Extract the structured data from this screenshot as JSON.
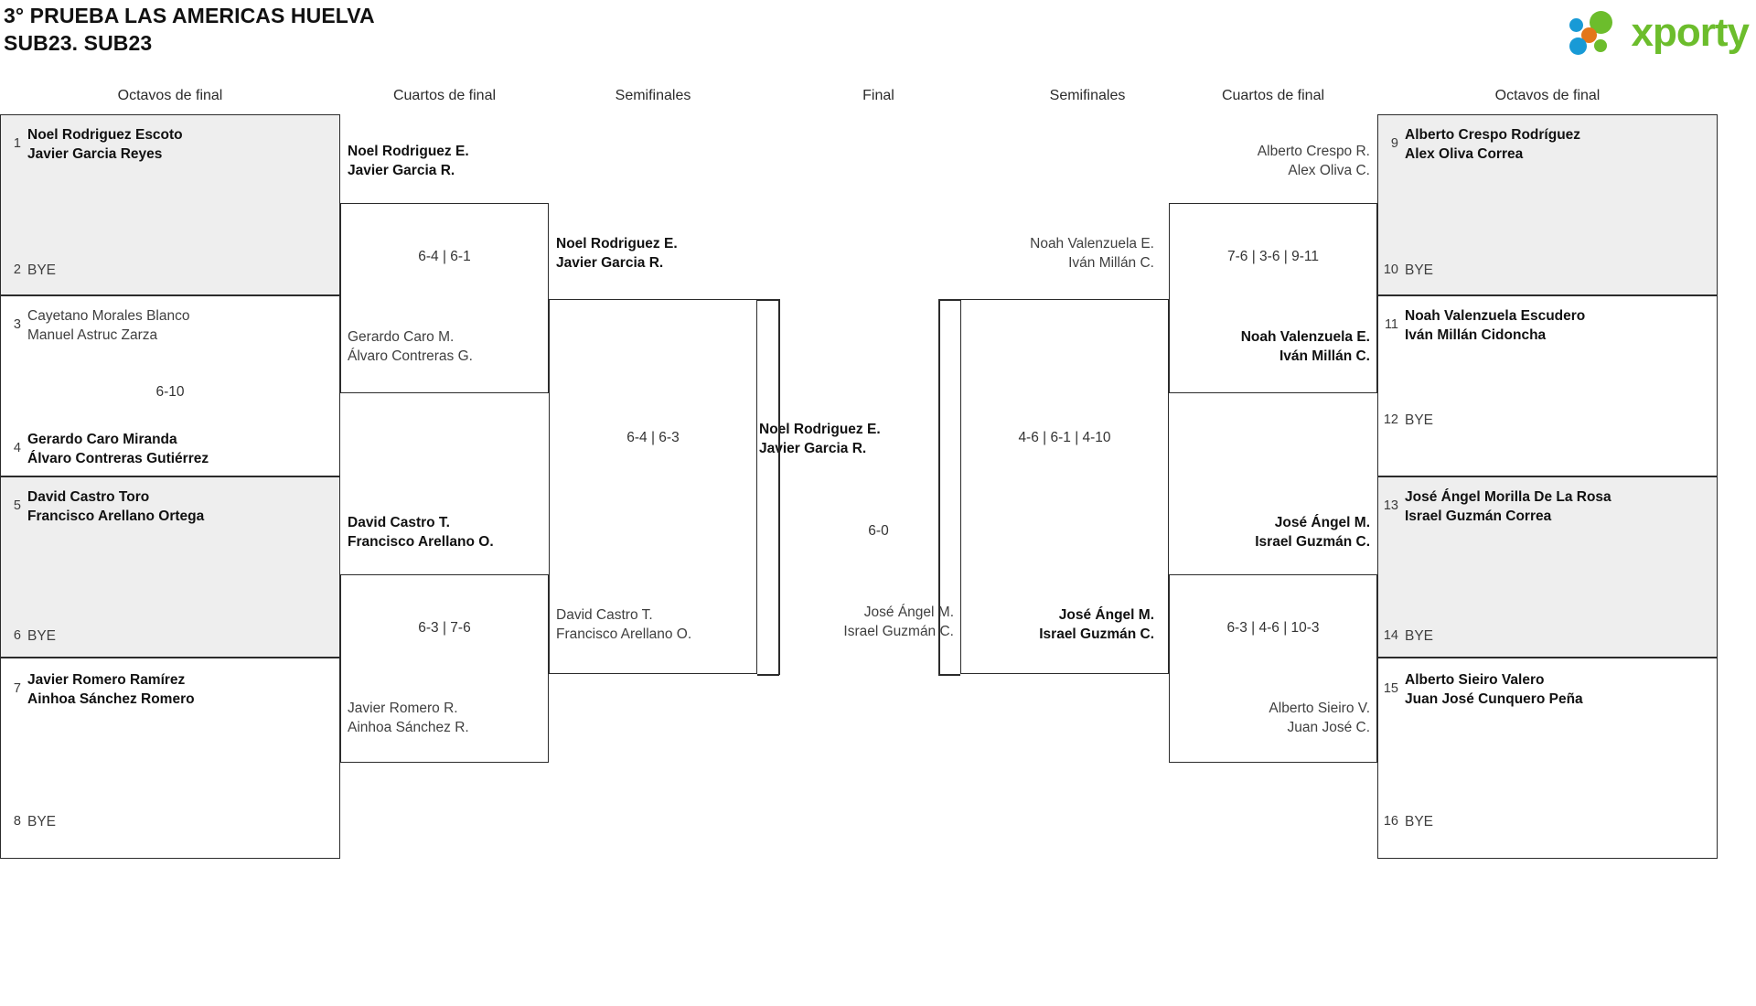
{
  "header": {
    "title_line1": "3° PRUEBA LAS AMERICAS HUELVA",
    "title_line2": "SUB23. SUB23",
    "logo_text": "xporty",
    "logo_colors": {
      "green": "#6cbd2c",
      "blue": "#189ad6",
      "orange": "#e3761a"
    }
  },
  "rounds": {
    "left_r16": "Octavos de final",
    "left_qf": "Cuartos de final",
    "left_sf": "Semifinales",
    "final": "Final",
    "right_sf": "Semifinales",
    "right_qf": "Cuartos de final",
    "right_r16": "Octavos de final"
  },
  "bracket": {
    "left_r16": [
      {
        "seed": "1",
        "p1": "Noel Rodriguez Escoto",
        "p2": "Javier Garcia Reyes",
        "result": "win",
        "shaded": true
      },
      {
        "seed": "2",
        "bye": "BYE",
        "result": "lose",
        "shaded": true
      },
      {
        "seed": "3",
        "p1": "Cayetano Morales Blanco",
        "p2": "Manuel Astruc Zarza",
        "result": "lose",
        "shaded": false
      },
      {
        "seed": "4",
        "p1": "Gerardo Caro Miranda",
        "p2": "Álvaro Contreras Gutiérrez",
        "result": "win",
        "shaded": false
      },
      {
        "seed": "5",
        "p1": "David Castro Toro",
        "p2": "Francisco Arellano Ortega",
        "result": "win",
        "shaded": true
      },
      {
        "seed": "6",
        "bye": "BYE",
        "result": "lose",
        "shaded": true
      },
      {
        "seed": "7",
        "p1": "Javier Romero Ramírez",
        "p2": "Ainhoa Sánchez Romero",
        "result": "win",
        "shaded": false
      },
      {
        "seed": "8",
        "bye": "BYE",
        "result": "lose",
        "shaded": false
      }
    ],
    "left_r16_scores": [
      "",
      "6-10",
      "",
      ""
    ],
    "left_qf": [
      {
        "winner_p1": "Noel Rodriguez E.",
        "winner_p2": "Javier Garcia R.",
        "loser_p1": "Gerardo Caro M.",
        "loser_p2": "Álvaro Contreras G.",
        "score": "6-4 | 6-1"
      },
      {
        "winner_p1": "David Castro T.",
        "winner_p2": "Francisco Arellano O.",
        "loser_p1": "Javier Romero R.",
        "loser_p2": "Ainhoa Sánchez R.",
        "score": "6-3 | 7-6"
      }
    ],
    "left_sf": {
      "winner_p1": "Noel Rodriguez E.",
      "winner_p2": "Javier Garcia R.",
      "loser_p1": "David Castro T.",
      "loser_p2": "Francisco Arellano O.",
      "score": "6-4 | 6-3"
    },
    "final": {
      "winner_p1": "Noel Rodriguez E.",
      "winner_p2": "Javier Garcia R.",
      "loser_p1": "José Ángel M.",
      "loser_p2": "Israel Guzmán C.",
      "score": "6-0"
    },
    "right_sf": {
      "loser_p1": "Noah Valenzuela E.",
      "loser_p2": "Iván Millán C.",
      "winner_p1": "José Ángel M.",
      "winner_p2": "Israel Guzmán C.",
      "score": "4-6 | 6-1 | 4-10"
    },
    "right_qf": [
      {
        "loser_p1": "Alberto Crespo R.",
        "loser_p2": "Alex Oliva C.",
        "winner_p1": "Noah Valenzuela E.",
        "winner_p2": "Iván Millán C.",
        "score": "7-6 | 3-6 | 9-11"
      },
      {
        "winner_p1": "José Ángel M.",
        "winner_p2": "Israel Guzmán C.",
        "loser_p1": "Alberto Sieiro V.",
        "loser_p2": "Juan José C.",
        "score": "6-3 | 4-6 | 10-3"
      }
    ],
    "right_r16": [
      {
        "seed": "9",
        "p1": "Alberto Crespo Rodríguez",
        "p2": "Alex Oliva Correa",
        "result": "win",
        "shaded": true
      },
      {
        "seed": "10",
        "bye": "BYE",
        "result": "lose",
        "shaded": true
      },
      {
        "seed": "11",
        "p1": "Noah Valenzuela Escudero",
        "p2": "Iván Millán Cidoncha",
        "result": "win",
        "shaded": false
      },
      {
        "seed": "12",
        "bye": "BYE",
        "result": "lose",
        "shaded": false
      },
      {
        "seed": "13",
        "p1": "José Ángel Morilla De La Rosa",
        "p2": "Israel Guzmán Correa",
        "result": "win",
        "shaded": true
      },
      {
        "seed": "14",
        "bye": "BYE",
        "result": "lose",
        "shaded": true
      },
      {
        "seed": "15",
        "p1": "Alberto Sieiro Valero",
        "p2": "Juan José Cunquero Peña",
        "result": "win",
        "shaded": false
      },
      {
        "seed": "16",
        "bye": "BYE",
        "result": "lose",
        "shaded": false
      }
    ]
  }
}
